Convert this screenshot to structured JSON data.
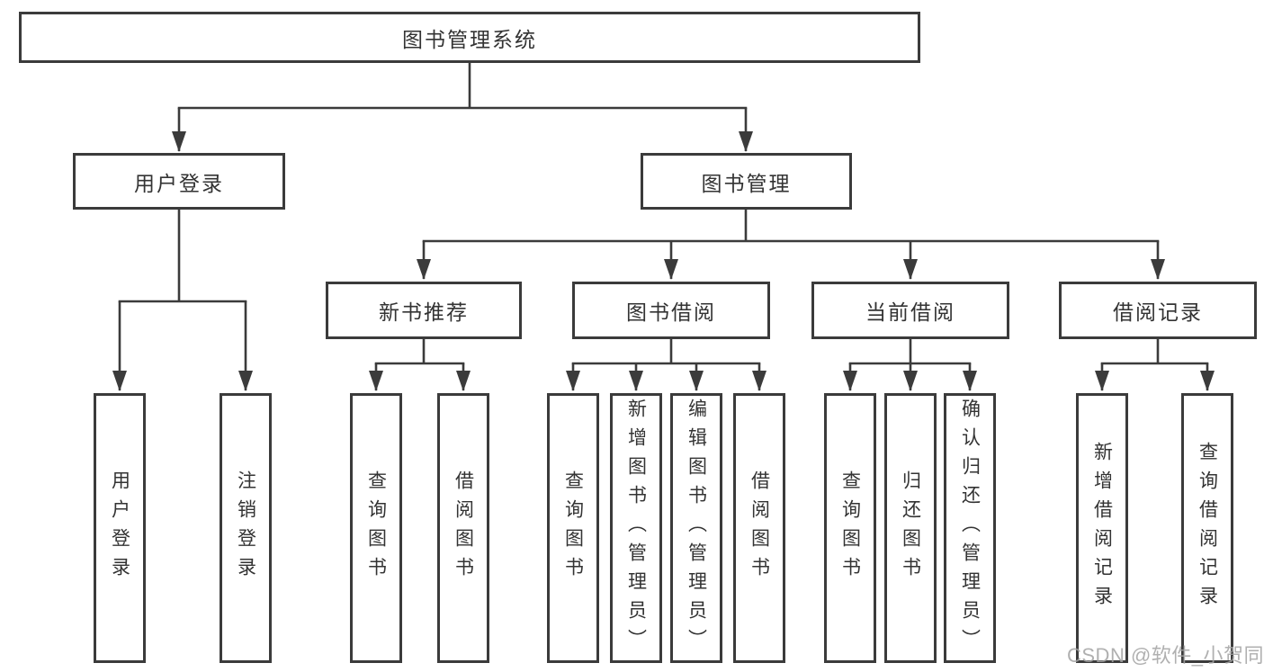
{
  "page": {
    "background_color": "#ffffff",
    "line_color": "#3b3b3b",
    "text_color": "#333333"
  },
  "tree": {
    "root": {
      "label": "图书管理系统"
    },
    "user_login": {
      "label": "用户登录",
      "children": [
        {
          "label": "用户登录"
        },
        {
          "label": "注销登录"
        }
      ]
    },
    "book_management": {
      "label": "图书管理",
      "sections": [
        {
          "label": "新书推荐",
          "children": [
            {
              "label": "查询图书"
            },
            {
              "label": "借阅图书"
            }
          ]
        },
        {
          "label": "图书借阅",
          "children": [
            {
              "label": "查询图书"
            },
            {
              "label": "新增图书（管理员）"
            },
            {
              "label": "编辑图书（管理员）"
            },
            {
              "label": "借阅图书"
            }
          ]
        },
        {
          "label": "当前借阅",
          "children": [
            {
              "label": "查询图书"
            },
            {
              "label": "归还图书"
            },
            {
              "label": "确认归还（管理员）"
            }
          ]
        },
        {
          "label": "借阅记录",
          "children": [
            {
              "label": "新增借阅记录"
            },
            {
              "label": "查询借阅记录"
            }
          ]
        }
      ]
    }
  },
  "watermark": {
    "text": "CSDN @软件_小贺同学",
    "color": "#a3a3a3"
  }
}
